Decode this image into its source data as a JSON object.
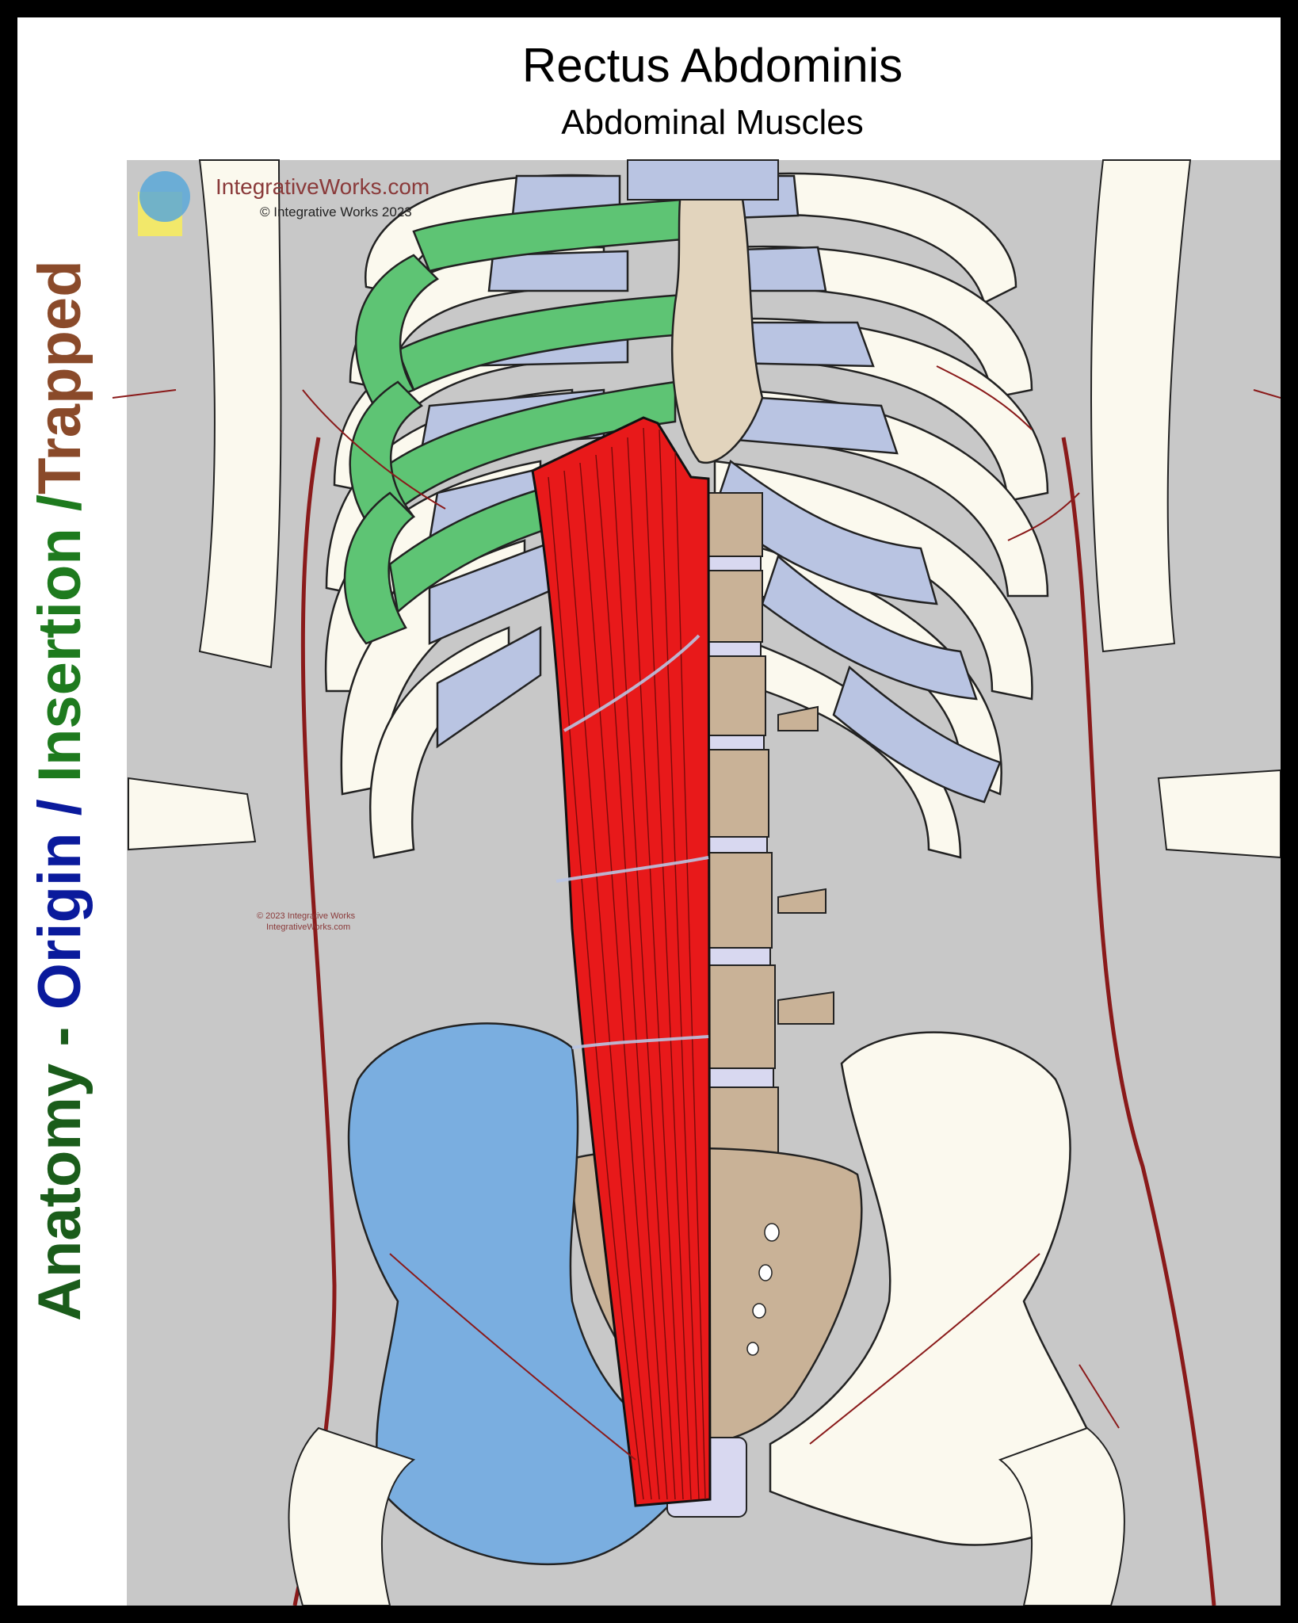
{
  "title": "Rectus Abdominis",
  "subtitle": "Abdominal Muscles",
  "side_label": {
    "anatomy": "Anatomy - ",
    "origin": "Origin",
    "sep1": " / ",
    "insertion": "Insertion",
    "sep2": " /",
    "trapped": "Trapped"
  },
  "watermark": {
    "site": "IntegrativeWorks.com",
    "copyright": "© Integrative Works 2023",
    "small_copyright": "© 2023 Integrative Works",
    "small_site": "IntegrativeWorks.com"
  },
  "colors": {
    "background_gray": "#c8c8c8",
    "bone": "#fbf9ee",
    "cartilage": "#b9c4e2",
    "origin_green": "#5ec474",
    "insertion_blue": "#7aaee0",
    "muscle_red": "#e8191a",
    "vertebra": "#c9b297",
    "disc": "#d8d8f0",
    "vein": "#8a1a1a",
    "logo_circle": "#5aa8d8",
    "logo_square": "#f2e86a"
  }
}
